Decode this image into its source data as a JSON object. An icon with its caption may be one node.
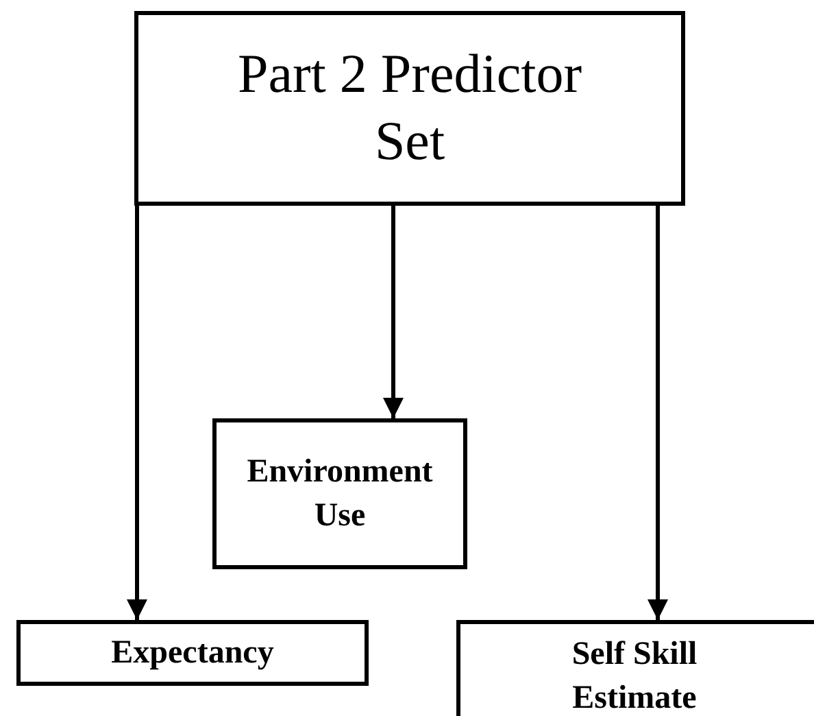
{
  "diagram": {
    "nodes": [
      {
        "text": [
          "Part 2 Predictor Set"
        ]
      },
      {
        "text": [
          "Environment Use"
        ]
      },
      {
        "text": [
          "Expectancy"
        ]
      },
      {
        "text": [
          "Self Skill Estimate"
        ]
      }
    ],
    "edges": [
      {
        "from": 0,
        "to": 2,
        "arrow": "to"
      },
      {
        "from": 0,
        "to": 1,
        "arrow": "to"
      },
      {
        "from": 0,
        "to": 3,
        "arrow": "to"
      }
    ]
  }
}
